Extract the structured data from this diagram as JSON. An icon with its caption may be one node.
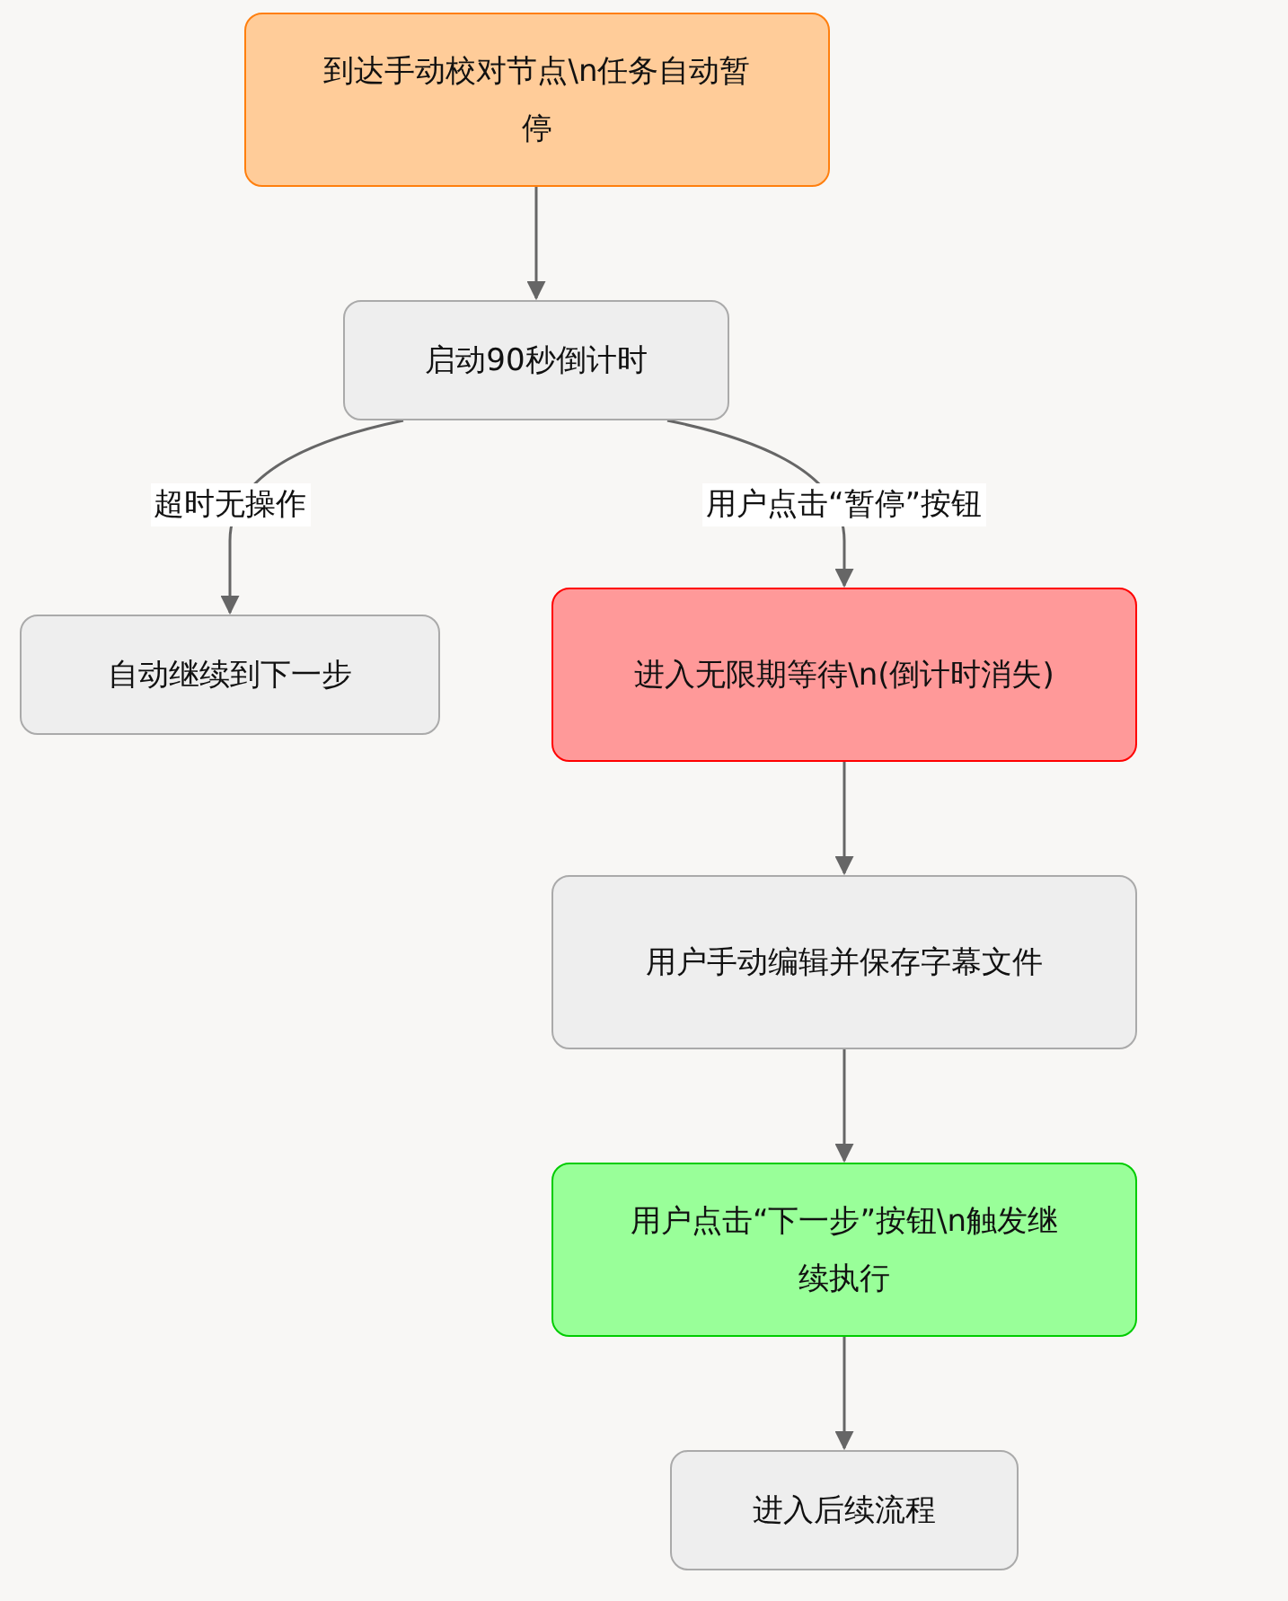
{
  "diagram": {
    "nodes": [
      {
        "text": [
          "到达手动校对节点\\n任务自动暂停"
        ]
      },
      {
        "text": [
          "启动90秒倒计时"
        ]
      },
      {
        "text": [
          "自动继续到下一步"
        ]
      },
      {
        "text": [
          "进入无限期等待\\n(倒计时消失)"
        ]
      },
      {
        "text": [
          "用户手动编辑并保存字幕文件"
        ]
      },
      {
        "text": [
          "用户点击“下一步”按钮\\n触发继续执行"
        ]
      },
      {
        "text": [
          "进入后续流程"
        ]
      }
    ],
    "edges": [
      {
        "from": 0,
        "to": 1,
        "arrow": "to"
      },
      {
        "from": 1,
        "to": 2,
        "arrow": "to",
        "label": "超时无操作"
      },
      {
        "from": 1,
        "to": 3,
        "arrow": "to",
        "label": "用户点击“暂停”按钮"
      },
      {
        "from": 3,
        "to": 4,
        "arrow": "to"
      },
      {
        "from": 4,
        "to": 5,
        "arrow": "to"
      },
      {
        "from": 5,
        "to": 6,
        "arrow": "to"
      }
    ]
  }
}
